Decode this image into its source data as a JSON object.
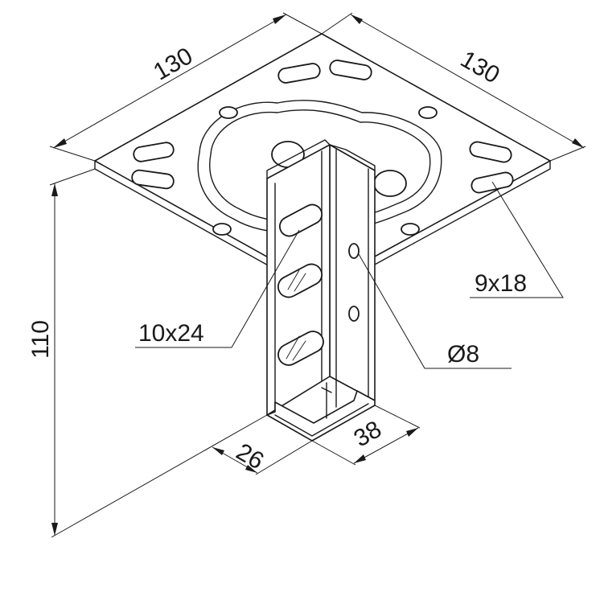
{
  "drawing": {
    "dimensions": {
      "plate_width_left": "130",
      "plate_width_right": "130",
      "height": "110",
      "profile_width": "26",
      "profile_depth": "38"
    },
    "callouts": {
      "plate_slot": "9x18",
      "profile_slot": "10x24",
      "hole_diameter": "Ø8"
    }
  }
}
